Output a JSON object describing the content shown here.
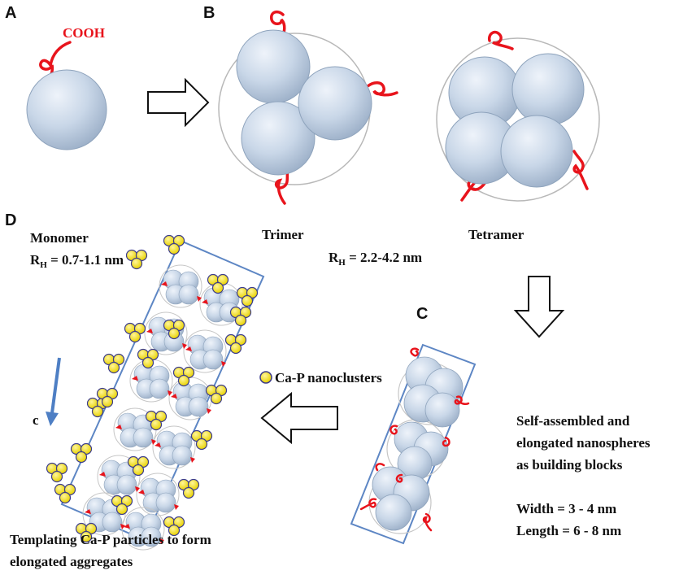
{
  "panels": {
    "a": "A",
    "b": "B",
    "c": "C",
    "d": "D"
  },
  "group_label": "COOH",
  "oligomers": {
    "trimer": "Trimer",
    "tetramer": "Tetramer"
  },
  "monomer": {
    "title": "Monomer",
    "rh_symbol": "R",
    "rh_sub": "H",
    "rh_value": " = 0.7-1.1 nm"
  },
  "oligomer_rh": {
    "rh_symbol": "R",
    "rh_sub": "H",
    "rh_value": " = 2.2-4.2 nm"
  },
  "legend": {
    "cap_label": "Ca-P nanoclusters"
  },
  "axis_label": "c",
  "assembly": {
    "lines": [
      "Self-assembled  and",
      "elongated nanospheres",
      "as building blocks"
    ],
    "width": "Width = 3 - 4 nm",
    "length": "Length = 6 - 8 nm"
  },
  "caption": {
    "lines": [
      "Templating Ca-P particles to form",
      "elongated aggregates"
    ]
  },
  "colors": {
    "sphere": "#c9d7e8",
    "sphere_edge": "#8ea3bc",
    "ligand": "#e8141c",
    "frame": "#5d86c4",
    "cluster": "#f2e21a",
    "arrow_c": "#4e7fc4"
  }
}
